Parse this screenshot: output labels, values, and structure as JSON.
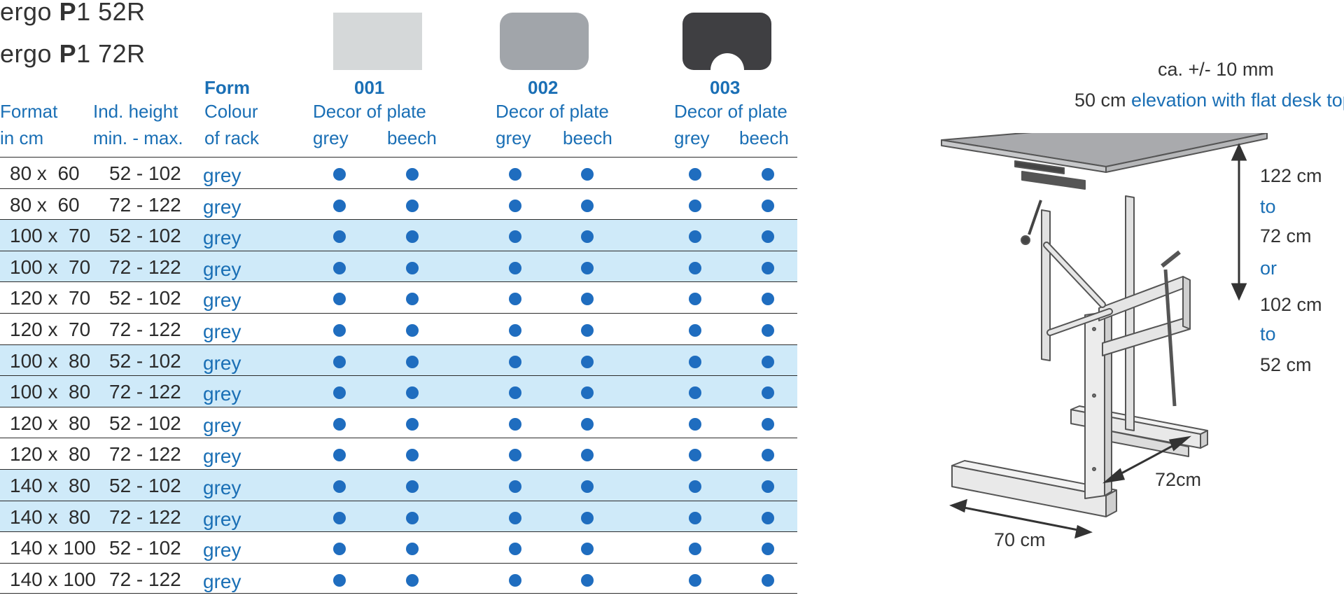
{
  "title": {
    "line1_prefix": "ergo ",
    "line1_bold": "P",
    "line1_suffix": "1 52R",
    "line2_prefix": "ergo ",
    "line2_bold": "P",
    "line2_suffix": "1 72R"
  },
  "header": {
    "form": "Form",
    "colour_of": "Colour",
    "of_rack": "of rack",
    "format": "Format",
    "in_cm": "in cm",
    "ind_height": "Ind. height",
    "min_max": "min. - max.",
    "decor_label": "Decor of plate",
    "grey": "grey",
    "beech": "beech",
    "forms": [
      "001",
      "002",
      "003"
    ]
  },
  "swatch_colors": [
    "#d5d8d9",
    "#a1a5aa",
    "#3f3f42"
  ],
  "accent_color": "#1a6fb5",
  "row_highlight_color": "#cfeaf9",
  "rows": [
    {
      "format": "80 x  60",
      "height": "52 - 102",
      "rack": "grey",
      "highlight": false
    },
    {
      "format": "80 x  60",
      "height": "72 - 122",
      "rack": "grey",
      "highlight": false
    },
    {
      "format": "100 x  70",
      "height": "52 - 102",
      "rack": "grey",
      "highlight": true
    },
    {
      "format": "100 x  70",
      "height": "72 - 122",
      "rack": "grey",
      "highlight": true
    },
    {
      "format": "120 x  70",
      "height": "52 - 102",
      "rack": "grey",
      "highlight": false
    },
    {
      "format": "120 x  70",
      "height": "72 - 122",
      "rack": "grey",
      "highlight": false
    },
    {
      "format": "100 x  80",
      "height": "52 - 102",
      "rack": "grey",
      "highlight": true
    },
    {
      "format": "100 x  80",
      "height": "72 - 122",
      "rack": "grey",
      "highlight": true
    },
    {
      "format": "120 x  80",
      "height": "52 - 102",
      "rack": "grey",
      "highlight": false
    },
    {
      "format": "120 x  80",
      "height": "72 - 122",
      "rack": "grey",
      "highlight": false
    },
    {
      "format": "140 x  80",
      "height": "52 - 102",
      "rack": "grey",
      "highlight": true
    },
    {
      "format": "140 x  80",
      "height": "72 - 122",
      "rack": "grey",
      "highlight": true
    },
    {
      "format": "140 x 100",
      "height": "52 - 102",
      "rack": "grey",
      "highlight": false
    },
    {
      "format": "140 x 100",
      "height": "72 - 122",
      "rack": "grey",
      "highlight": false
    }
  ],
  "annotations": {
    "tolerance": "ca. +/- 10 mm",
    "elevation_prefix": "50 cm",
    "elevation_text": "elevation with flat desk top",
    "h122": "122 cm",
    "to1": "to",
    "h72": "72 cm",
    "or": "or",
    "h102": "102 cm",
    "to2": "to",
    "h52": "52 cm",
    "depth": "72cm",
    "width": "70 cm"
  }
}
